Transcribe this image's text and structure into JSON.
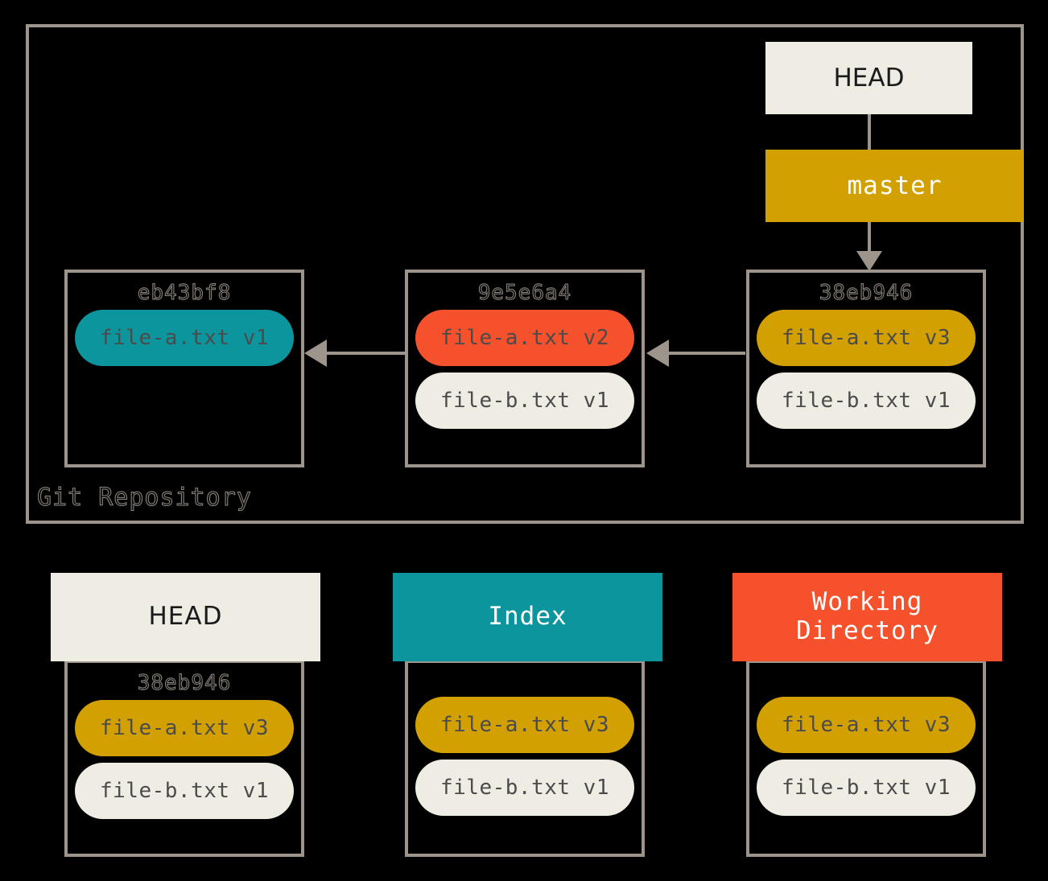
{
  "repository": {
    "label": "Git Repository",
    "refs": {
      "head_label": "HEAD",
      "branch_label": "master"
    },
    "commits": [
      {
        "sha": "eb43bf8",
        "files": [
          {
            "name": "file-a.txt v1",
            "color": "#0d959e"
          }
        ]
      },
      {
        "sha": "9e5e6a4",
        "files": [
          {
            "name": "file-a.txt v2",
            "color": "#f4512c"
          },
          {
            "name": "file-b.txt v1",
            "color": "#eeece3"
          }
        ]
      },
      {
        "sha": "38eb946",
        "files": [
          {
            "name": "file-a.txt v3",
            "color": "#d2a000"
          },
          {
            "name": "file-b.txt v1",
            "color": "#eeece3"
          }
        ]
      }
    ]
  },
  "areas": [
    {
      "title": "HEAD",
      "title_color": "#1b1b1b",
      "header_bg": "#eeece3",
      "sha": "38eb946",
      "files": [
        {
          "name": "file-a.txt v3",
          "color": "#d2a000"
        },
        {
          "name": "file-b.txt v1",
          "color": "#eeece3"
        }
      ]
    },
    {
      "title": "Index",
      "title_color": "#ffffff",
      "header_bg": "#0d959e",
      "sha": "",
      "files": [
        {
          "name": "file-a.txt v3",
          "color": "#d2a000"
        },
        {
          "name": "file-b.txt v1",
          "color": "#eeece3"
        }
      ]
    },
    {
      "title_line1": "Working",
      "title_line2": "Directory",
      "title": "Working Directory",
      "title_color": "#ffffff",
      "header_bg": "#f4512c",
      "sha": "",
      "files": [
        {
          "name": "file-a.txt v3",
          "color": "#d2a000"
        },
        {
          "name": "file-b.txt v1",
          "color": "#eeece3"
        }
      ]
    }
  ],
  "colors": {
    "background": "#000000",
    "stroke": "#9d958c",
    "teal": "#0d959e",
    "red": "#f4512c",
    "gold": "#d2a000",
    "cream": "#eeece3",
    "text_dark": "#4b4b4b"
  }
}
